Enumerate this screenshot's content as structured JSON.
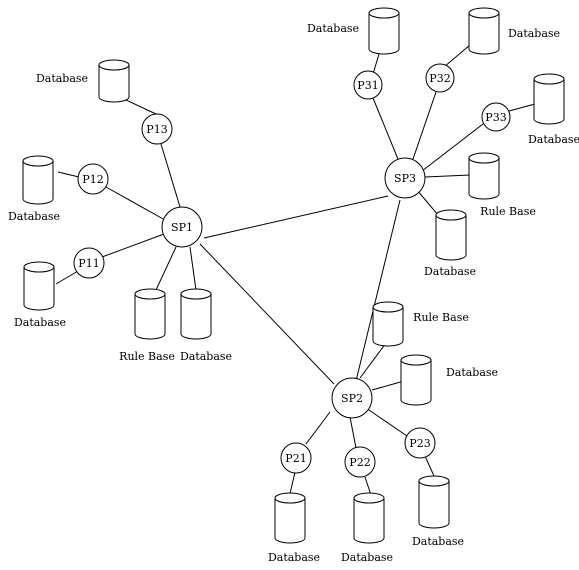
{
  "nodes": {
    "sp1": "SP1",
    "sp2": "SP2",
    "sp3": "SP3",
    "p11": "P11",
    "p12": "P12",
    "p13": "P13",
    "p21": "P21",
    "p22": "P22",
    "p23": "P23",
    "p31": "P31",
    "p32": "P32",
    "p33": "P33"
  },
  "stores": {
    "db_p13": "Database",
    "db_p12": "Database",
    "db_p11": "Database",
    "rb_sp1": "Rule Base",
    "db_sp1": "Database",
    "db_p31": "Database",
    "db_p32": "Database",
    "db_p33": "Database",
    "rb_sp3": "Rule Base",
    "db_sp3": "Database",
    "rb_sp2": "Rule Base",
    "db_sp2": "Database",
    "db_p21": "Database",
    "db_p22": "Database",
    "db_p23": "Database"
  }
}
